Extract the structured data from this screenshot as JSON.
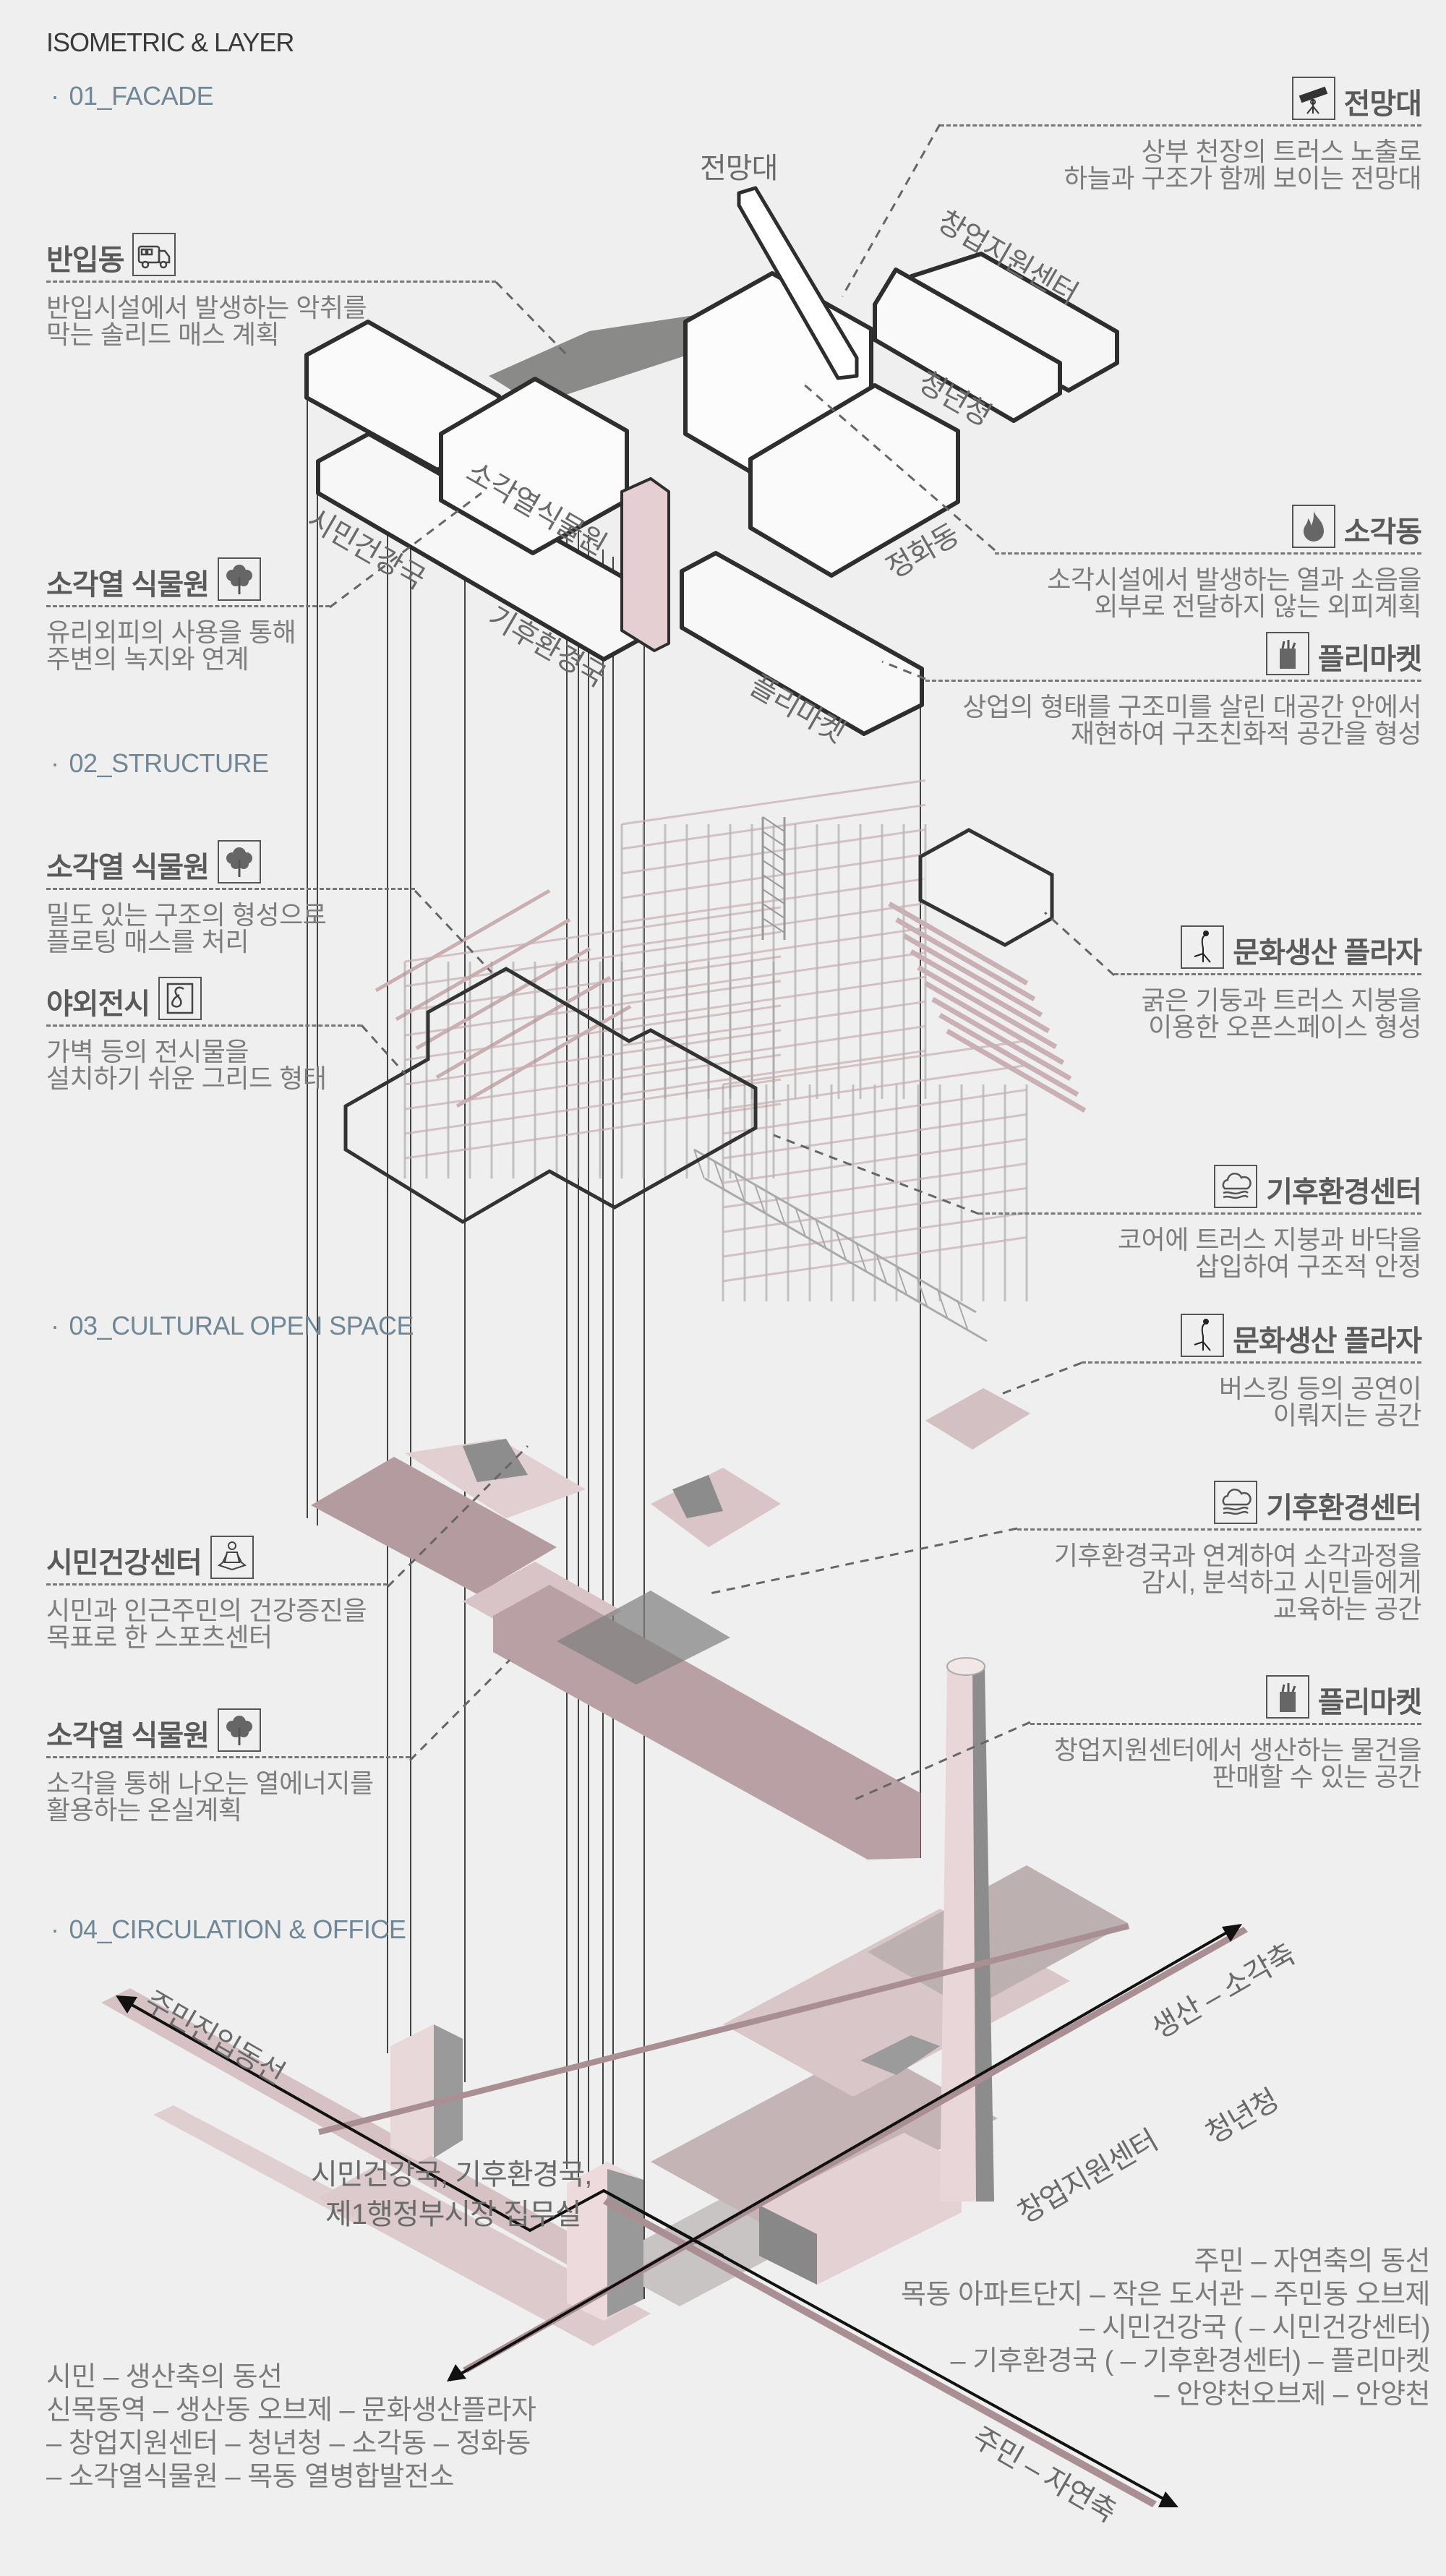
{
  "title": "ISOMETRIC & LAYER",
  "sections": [
    {
      "label": "01_FACADE"
    },
    {
      "label": "02_STRUCTURE"
    },
    {
      "label": "03_CULTURAL OPEN SPACE"
    },
    {
      "label": "04_CIRCULATION & OFFICE"
    }
  ],
  "bullet": "·",
  "callouts": {
    "left": [
      {
        "heading": "반입동",
        "icon": "truck-icon",
        "lines": [
          "반입시설에서 발생하는 악취를",
          "막는 솔리드 매스 계획"
        ]
      },
      {
        "heading": "소각열 식물원",
        "icon": "tree-icon",
        "lines": [
          "유리외피의 사용을 통해",
          "주변의 녹지와 연계"
        ]
      },
      {
        "heading": "소각열 식물원",
        "icon": "tree-icon",
        "lines": [
          "밀도 있는 구조의 형성으로",
          "플로팅 매스를 처리"
        ]
      },
      {
        "heading": "야외전시",
        "icon": "art-frame-icon",
        "lines": [
          "가벽 등의 전시물을",
          "설치하기 쉬운 그리드 형태"
        ]
      },
      {
        "heading": "시민건강센터",
        "icon": "meditation-icon",
        "lines": [
          "시민과 인근주민의 건강증진을",
          "목표로 한 스포츠센터"
        ]
      },
      {
        "heading": "소각열 식물원",
        "icon": "tree-icon",
        "lines": [
          "소각을 통해 나오는 열에너지를",
          "활용하는 온실계획"
        ]
      }
    ],
    "right": [
      {
        "heading": "전망대",
        "icon": "telescope-icon",
        "lines": [
          "상부 천장의 트러스 노출로",
          "하늘과 구조가 함께 보이는 전망대"
        ]
      },
      {
        "heading": "소각동",
        "icon": "flame-icon",
        "lines": [
          "소각시설에서 발생하는 열과 소음을",
          "외부로 전달하지 않는 외피계획"
        ]
      },
      {
        "heading": "플리마켓",
        "icon": "market-bag-icon",
        "lines": [
          "상업의 형태를 구조미를 살린 대공간 안에서",
          "재현하여 구조친화적 공간을 형성"
        ]
      },
      {
        "heading": "문화생산 플라자",
        "icon": "microphone-stand-icon",
        "lines": [
          "굵은 기둥과 트러스 지붕을",
          "이용한 오픈스페이스 형성"
        ]
      },
      {
        "heading": "기후환경센터",
        "icon": "cloud-icon",
        "lines": [
          "코어에 트러스 지붕과 바닥을",
          "삽입하여 구조적 안정"
        ]
      },
      {
        "heading": "문화생산 플라자",
        "icon": "microphone-stand-icon",
        "lines": [
          "버스킹 등의 공연이",
          "이뤄지는 공간"
        ]
      },
      {
        "heading": "기후환경센터",
        "icon": "cloud-icon",
        "lines": [
          "기후환경국과 연계하여 소각과정을",
          "감시, 분석하고 시민들에게",
          "교육하는 공간"
        ]
      },
      {
        "heading": "플리마켓",
        "icon": "market-bag-icon",
        "lines": [
          "창업지원센터에서 생산하는 물건을",
          "판매할 수 있는 공간"
        ]
      }
    ]
  },
  "diagram_labels": {
    "observatory": "전망대",
    "startup_center": "창업지원센터",
    "youth_office": "청년청",
    "purification": "정화동",
    "heat_garden": "소각열식물원",
    "health_bureau": "시민건강국",
    "climate_bureau": "기후환경국",
    "flea_market": "플리마켓",
    "resident_entry": "주민진입동선",
    "offices_line1": "시민건강국, 기후환경국,",
    "offices_line2": "제1행정부시장 집무실",
    "production_axis": "생산 – 소각축",
    "youth_office_b": "청년청",
    "startup_center_b": "창업지원센터",
    "nature_axis": "주민 – 자연축"
  },
  "flows": {
    "citizen": [
      "시민 – 생산축의 동선",
      "신목동역 – 생산동 오브제 – 문화생산플라자",
      "– 창업지원센터 – 청년청 – 소각동 – 정화동",
      "– 소각열식물원 – 목동 열병합발전소"
    ],
    "resident": [
      "주민 – 자연축의 동선",
      "목동 아파트단지 – 작은 도서관  – 주민동 오브제",
      "– 시민건강국 ( – 시민건강센터)",
      "– 기후환경국 ( – 기후환경센터) – 플리마켓",
      "– 안양천오브제 – 안양천"
    ]
  },
  "colors": {
    "background": "#efefef",
    "section": "#6f8796",
    "slab_pink": "#d9c6c8",
    "slab_dark": "#b39a9e",
    "outline": "#2e2e2e"
  }
}
